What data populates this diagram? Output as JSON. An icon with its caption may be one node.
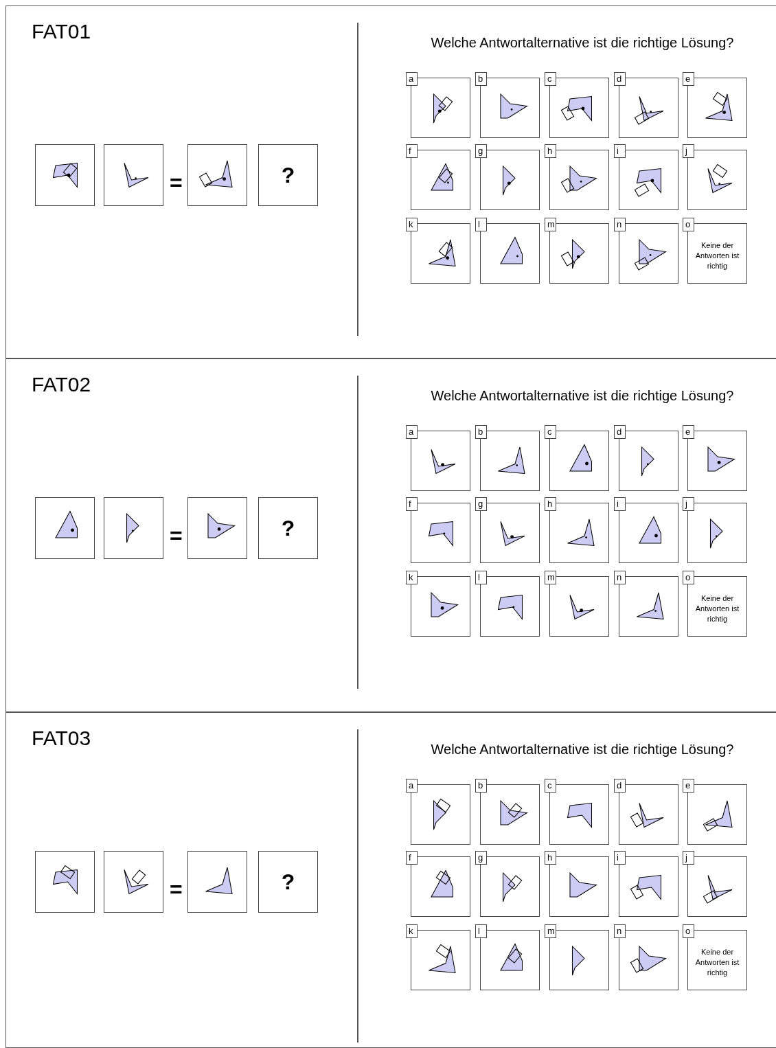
{
  "diagram": {
    "nodes": [
      {
        "text": [
          "FAT01",
          "Welche Antwortalternative ist die richtige Lösung?"
        ]
      },
      {
        "text": [],
        "shape": "box",
        "in": 0
      },
      {
        "text": [],
        "shape": "box",
        "in": 0
      },
      {
        "text": [],
        "shape": "box",
        "in": 0
      },
      {
        "text": [
          "?"
        ],
        "in": 0
      },
      {
        "text": [
          "a"
        ],
        "in": 0
      },
      {
        "text": [
          "b"
        ],
        "in": 0
      },
      {
        "text": [
          "c"
        ],
        "in": 0
      },
      {
        "text": [
          "d"
        ],
        "in": 0
      },
      {
        "text": [
          "e"
        ],
        "in": 0
      },
      {
        "text": [
          "f"
        ],
        "in": 0
      },
      {
        "text": [
          "g"
        ],
        "in": 0
      },
      {
        "text": [
          "h"
        ],
        "in": 0
      },
      {
        "text": [
          "i"
        ],
        "in": 0
      },
      {
        "text": [
          "j"
        ],
        "in": 0
      },
      {
        "text": [
          "k"
        ],
        "in": 0
      },
      {
        "text": [
          "l"
        ],
        "in": 0
      },
      {
        "text": [
          "m"
        ],
        "in": 0
      },
      {
        "text": [
          "n"
        ],
        "in": 0
      },
      {
        "text": [
          "o",
          "Keine der Antworten ist richtig"
        ],
        "in": 0
      },
      {
        "text": [
          "FAT02",
          "Welche Antwortalternative ist die richtige Lösung?"
        ]
      },
      {
        "text": [],
        "shape": "box",
        "in": 20
      },
      {
        "text": [],
        "shape": "box",
        "in": 20
      },
      {
        "text": [],
        "shape": "box",
        "in": 20
      },
      {
        "text": [
          "?"
        ],
        "in": 20
      },
      {
        "text": [
          "a"
        ],
        "in": 20
      },
      {
        "text": [
          "b"
        ],
        "in": 20
      },
      {
        "text": [
          "c"
        ],
        "in": 20
      },
      {
        "text": [
          "d"
        ],
        "in": 20
      },
      {
        "text": [
          "e"
        ],
        "in": 20
      },
      {
        "text": [
          "f"
        ],
        "in": 20
      },
      {
        "text": [
          "g"
        ],
        "in": 20
      },
      {
        "text": [
          "h"
        ],
        "in": 20
      },
      {
        "text": [
          "i"
        ],
        "in": 20
      },
      {
        "text": [
          "j"
        ],
        "in": 20
      },
      {
        "text": [
          "k"
        ],
        "in": 20
      },
      {
        "text": [
          "l"
        ],
        "in": 20
      },
      {
        "text": [
          "m"
        ],
        "in": 20
      },
      {
        "text": [
          "n"
        ],
        "in": 20
      },
      {
        "text": [
          "o",
          "Keine der Antworten ist richtig"
        ],
        "in": 20
      },
      {
        "text": [
          "FAT03",
          "Welche Antwortalternative ist die richtige Lösung?"
        ]
      },
      {
        "text": [],
        "shape": "box",
        "in": 40
      },
      {
        "text": [],
        "shape": "box",
        "in": 40
      },
      {
        "text": [],
        "shape": "box",
        "in": 40
      },
      {
        "text": [
          "?"
        ],
        "in": 40
      },
      {
        "text": [
          "a"
        ],
        "in": 40
      },
      {
        "text": [
          "b"
        ],
        "in": 40
      },
      {
        "text": [
          "c"
        ],
        "in": 40
      },
      {
        "text": [
          "d"
        ],
        "in": 40
      },
      {
        "text": [
          "e"
        ],
        "in": 40
      },
      {
        "text": [
          "f"
        ],
        "in": 40
      },
      {
        "text": [
          "g"
        ],
        "in": 40
      },
      {
        "text": [
          "h"
        ],
        "in": 40
      },
      {
        "text": [
          "i"
        ],
        "in": 40
      },
      {
        "text": [
          "j"
        ],
        "in": 40
      },
      {
        "text": [
          "k"
        ],
        "in": 40
      },
      {
        "text": [
          "l"
        ],
        "in": 40
      },
      {
        "text": [
          "m"
        ],
        "in": 40
      },
      {
        "text": [
          "n"
        ],
        "in": 40
      },
      {
        "text": [
          "o",
          "Keine der Antworten ist richtig"
        ],
        "in": 40
      }
    ],
    "labels": [
      "=",
      "=",
      "="
    ]
  }
}
